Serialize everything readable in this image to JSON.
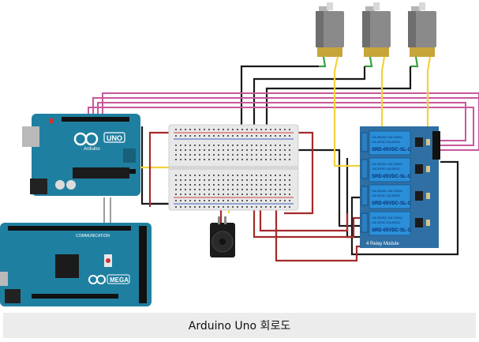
{
  "caption": "Arduino Uno 회로도",
  "uno_board": {
    "logo_text": "UNO",
    "brand_text": "Arduino"
  },
  "mega_board": {
    "logo_text": "MEGA",
    "sub_text": "COMMUNICATION"
  },
  "relay_module": {
    "title": "4 Relay Module",
    "relay_label": "SRD-05VDC-SL-C",
    "relay_rating_1": "10A 250VAC 10A 125VAC",
    "relay_rating_2": "10A 30VDC 10A 28VDC",
    "relay_count": 4
  },
  "motors": {
    "count": 3
  },
  "colors": {
    "board": "#1f7fa0",
    "board_dark": "#17607a",
    "relay_module": "#2f6fa3",
    "relay_block": "#2a8fd8",
    "breadboard": "#e8e8e8",
    "wire_black": "#1a1a1a",
    "wire_red": "#a52a2a",
    "wire_yellow": "#f2d33a",
    "wire_pink": "#c7589a",
    "wire_green": "#3aa040",
    "motor_body": "#8a8a8a",
    "motor_can": "#c7a53a"
  }
}
